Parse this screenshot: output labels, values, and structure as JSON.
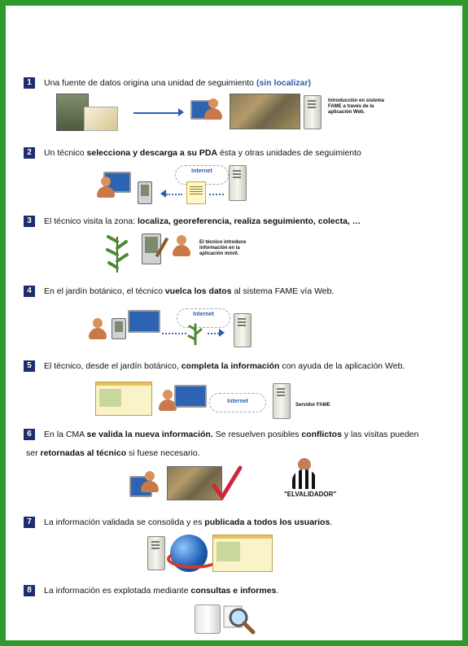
{
  "steps": [
    {
      "num": "1",
      "parts": [
        {
          "t": "Una fuente de datos origina una unidad de seguimiento ",
          "s": "n"
        },
        {
          "t": "(sin localizar)",
          "s": "blue"
        }
      ],
      "caption": "Introducción en sistema FAME a través de la aplicación Web."
    },
    {
      "num": "2",
      "parts": [
        {
          "t": "Un técnico ",
          "s": "n"
        },
        {
          "t": "selecciona y descarga a su PDA",
          "s": "b"
        },
        {
          "t": " ésta y otras unidades de seguimiento",
          "s": "n"
        }
      ],
      "cloud": "Internet"
    },
    {
      "num": "3",
      "parts": [
        {
          "t": "El técnico visita la zona: ",
          "s": "n"
        },
        {
          "t": "localiza, georeferencia, realiza seguimiento, colecta, …",
          "s": "b"
        }
      ],
      "caption": "El técnico introduce información en la aplicación móvil."
    },
    {
      "num": "4",
      "parts": [
        {
          "t": "En el jardín botánico, el técnico ",
          "s": "n"
        },
        {
          "t": "vuelca los datos",
          "s": "b"
        },
        {
          "t": " al sistema FAME vía Web.",
          "s": "n"
        }
      ],
      "cloud": "Internet"
    },
    {
      "num": "5",
      "parts": [
        {
          "t": "El técnico, desde el jardín botánico, ",
          "s": "n"
        },
        {
          "t": "completa la información",
          "s": "b"
        },
        {
          "t": " con ayuda de la aplicación Web.",
          "s": "n"
        }
      ],
      "cloud": "Internet",
      "caption": "Servidor FAME"
    },
    {
      "num": "6",
      "parts": [
        {
          "t": "En la CMA ",
          "s": "n"
        },
        {
          "t": "se valida la nueva información.",
          "s": "b"
        },
        {
          "t": " Se resuelven posibles ",
          "s": "n"
        },
        {
          "t": "conflictos",
          "s": "b"
        },
        {
          "t": " y las visitas pueden",
          "s": "n"
        }
      ],
      "line2": [
        {
          "t": "ser ",
          "s": "n"
        },
        {
          "t": "retornadas al técnico",
          "s": "b"
        },
        {
          "t": " si fuese necesario.",
          "s": "n"
        }
      ],
      "caption": "\"ELVALIDADOR\""
    },
    {
      "num": "7",
      "parts": [
        {
          "t": "La información validada se consolida y es ",
          "s": "n"
        },
        {
          "t": "publicada a todos los usuarios",
          "s": "b"
        },
        {
          "t": ".",
          "s": "n"
        }
      ]
    },
    {
      "num": "8",
      "parts": [
        {
          "t": "La información es explotada mediante ",
          "s": "n"
        },
        {
          "t": "consultas e informes",
          "s": "b"
        },
        {
          "t": ".",
          "s": "n"
        }
      ]
    }
  ],
  "colors": {
    "frame": "#2e9a2e",
    "badge": "#1f2d6e",
    "accent": "#2a5db0"
  }
}
